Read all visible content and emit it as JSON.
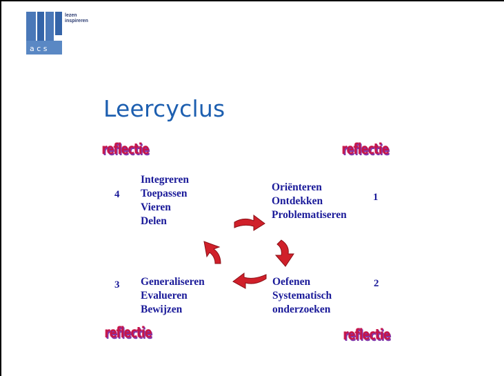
{
  "logo": {
    "line1": "lezen",
    "line2": "inspireren",
    "letters": "a c s"
  },
  "title": "Leercyclus",
  "reflection_label": "reflectie",
  "stages": [
    {
      "number": "4",
      "lines": [
        "Integreren",
        "Toepassen",
        "Vieren",
        "Delen"
      ]
    },
    {
      "number": "1",
      "lines": [
        "Oriënteren",
        "Ontdekken",
        "Problematiseren"
      ]
    },
    {
      "number": "3",
      "lines": [
        "Generaliseren",
        "Evalueren",
        "Bewijzen"
      ]
    },
    {
      "number": "2",
      "lines": [
        "Oefenen",
        "Systematisch",
        "onderzoeken"
      ]
    }
  ],
  "colors": {
    "title": "#1d5fb0",
    "stage_text": "#1a1a99",
    "arrow": "#d0202a",
    "wordart": "#c4164a"
  }
}
